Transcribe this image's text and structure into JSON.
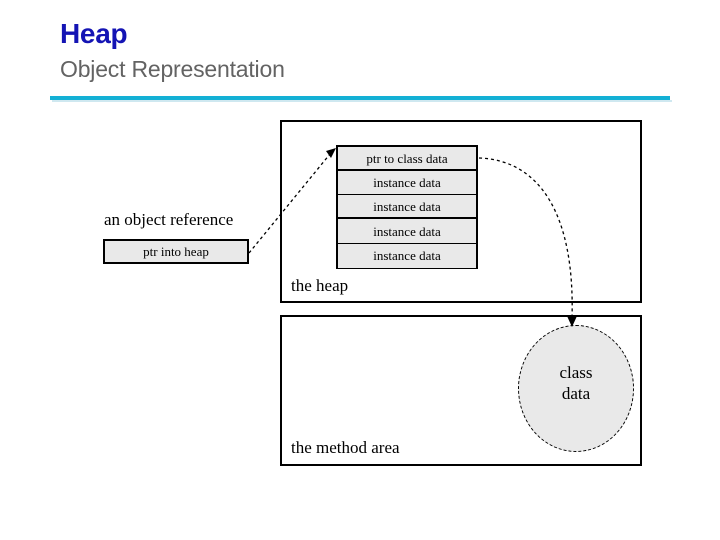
{
  "slide": {
    "title": "Heap",
    "subtitle": "Object Representation",
    "title_color": "#1414b4",
    "subtitle_color": "#636363",
    "rule_color": "#13b0d5"
  },
  "diagram": {
    "regions": [
      {
        "name": "heap",
        "label": "the heap"
      },
      {
        "name": "method-area",
        "label": "the method area"
      }
    ],
    "object": {
      "header_slot": "ptr to class data",
      "slots": [
        "instance data",
        "instance data",
        "instance data",
        "instance data"
      ],
      "fill_color": "#e9e9e9"
    },
    "reference": {
      "caption": "an object reference",
      "box_label": "ptr into heap"
    },
    "class_data": {
      "line1": "class",
      "line2": "data",
      "fill_color": "#e9e9e9"
    },
    "arrows": [
      {
        "name": "reference-to-object",
        "style": "dashed"
      },
      {
        "name": "object-to-class-data",
        "style": "dashed"
      }
    ]
  }
}
